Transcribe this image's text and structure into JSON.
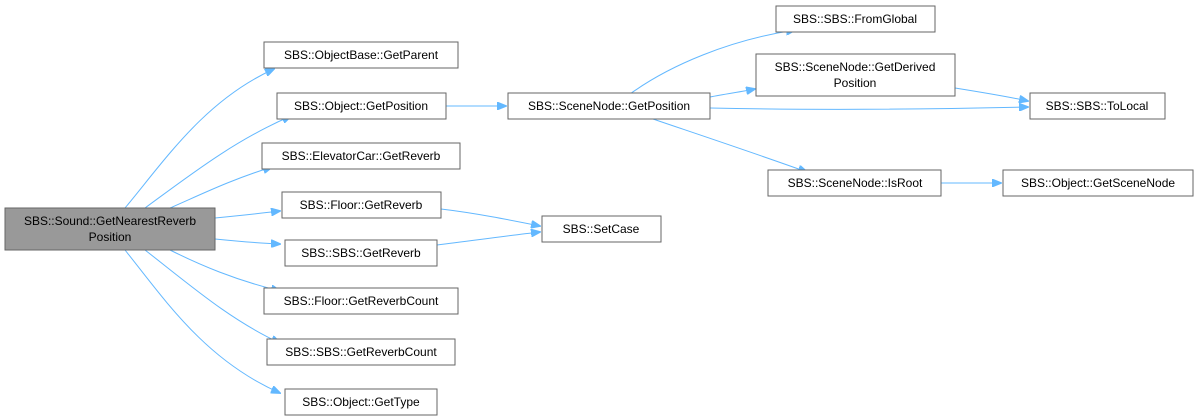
{
  "graph": {
    "colors": {
      "edge": "#63b8ff",
      "node_border": "#666666",
      "root_fill": "#999999",
      "node_fill": "#ffffff"
    },
    "nodes": {
      "root": {
        "lines": [
          "SBS::Sound::GetNearestReverb",
          "Position"
        ]
      },
      "objectbase_getparent": {
        "lines": [
          "SBS::ObjectBase::GetParent"
        ]
      },
      "object_getposition": {
        "lines": [
          "SBS::Object::GetPosition"
        ]
      },
      "elevatorcar_getreverb": {
        "lines": [
          "SBS::ElevatorCar::GetReverb"
        ]
      },
      "floor_getreverb": {
        "lines": [
          "SBS::Floor::GetReverb"
        ]
      },
      "sbs_getreverb": {
        "lines": [
          "SBS::SBS::GetReverb"
        ]
      },
      "floor_getreverbcount": {
        "lines": [
          "SBS::Floor::GetReverbCount"
        ]
      },
      "sbs_getreverbcount": {
        "lines": [
          "SBS::SBS::GetReverbCount"
        ]
      },
      "object_gettype": {
        "lines": [
          "SBS::Object::GetType"
        ]
      },
      "scenenode_getposition": {
        "lines": [
          "SBS::SceneNode::GetPosition"
        ]
      },
      "setcase": {
        "lines": [
          "SBS::SetCase"
        ]
      },
      "sbs_fromglobal": {
        "lines": [
          "SBS::SBS::FromGlobal"
        ]
      },
      "scenenode_getderivedposition": {
        "lines": [
          "SBS::SceneNode::GetDerived",
          "Position"
        ]
      },
      "sbs_tolocal": {
        "lines": [
          "SBS::SBS::ToLocal"
        ]
      },
      "scenenode_isroot": {
        "lines": [
          "SBS::SceneNode::IsRoot"
        ]
      },
      "object_getscenenode": {
        "lines": [
          "SBS::Object::GetSceneNode"
        ]
      }
    }
  }
}
